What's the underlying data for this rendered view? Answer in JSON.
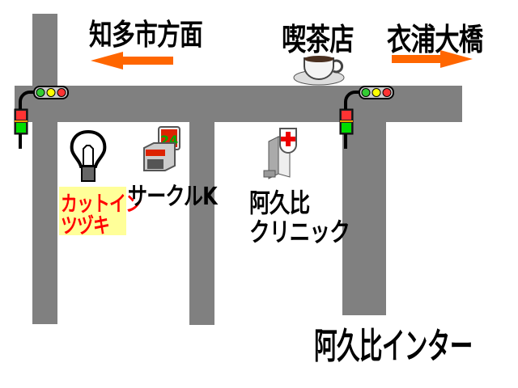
{
  "directions": {
    "west": "知多市方面",
    "east": "衣浦大橋"
  },
  "landmarks": {
    "cafe": "喫茶店",
    "salon": [
      "カットイン",
      "ツヅキ"
    ],
    "store": "サークルK",
    "store_sign": "24",
    "clinic": [
      "阿久比",
      "クリニック"
    ],
    "interchange": "阿久比インター"
  },
  "colors": {
    "road": "#808080",
    "arrow": "#ff6600",
    "salon_bg": "#ffff99",
    "salon_text": "#ff0000"
  }
}
